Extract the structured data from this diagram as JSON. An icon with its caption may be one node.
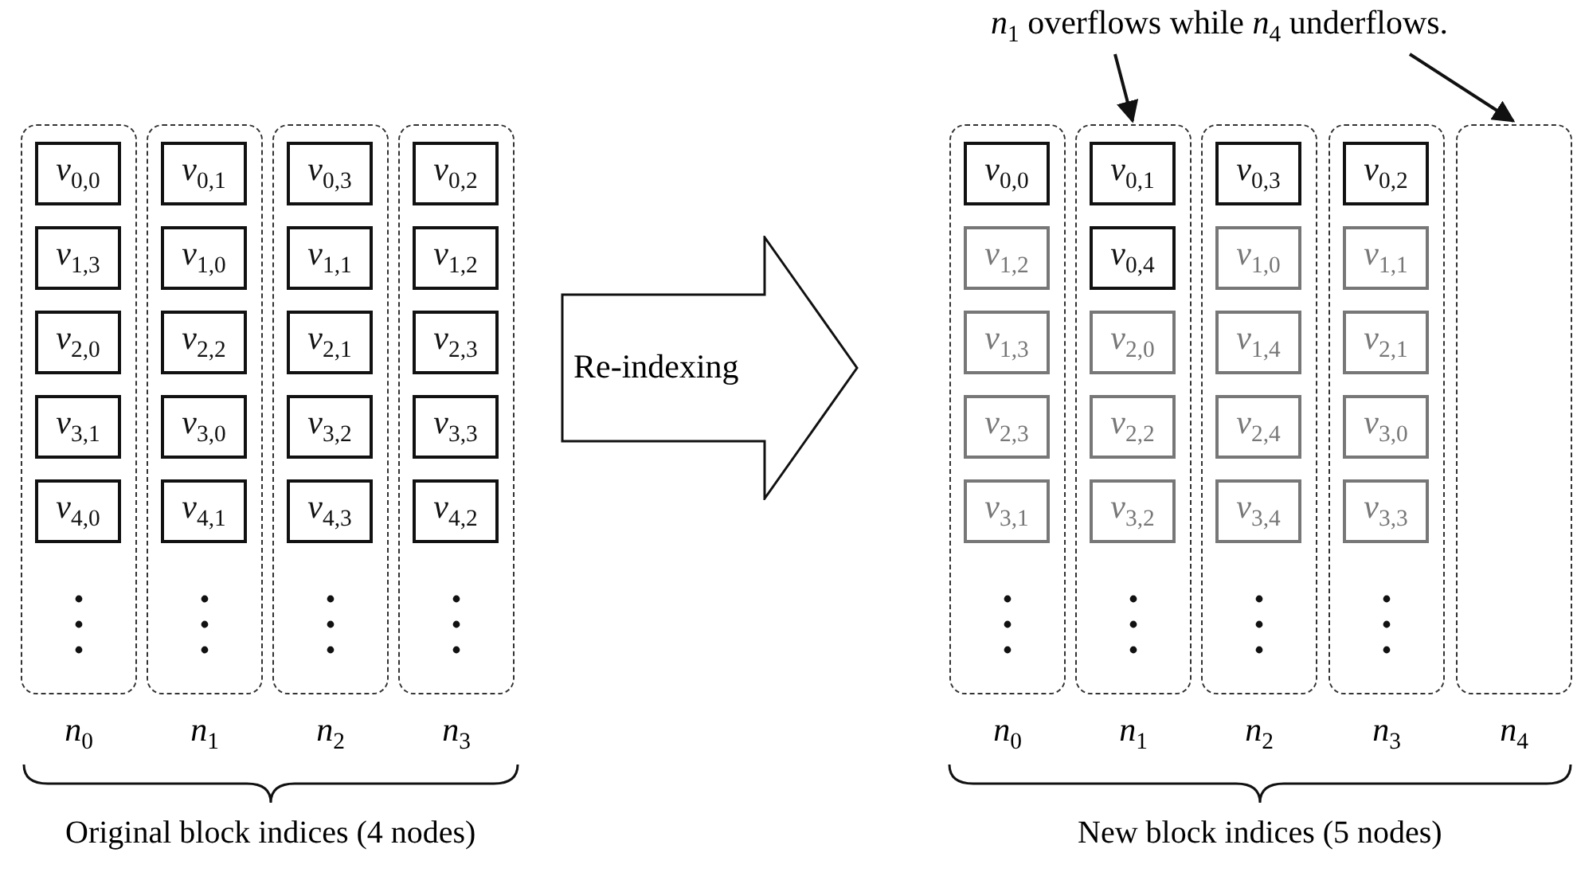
{
  "diagram": {
    "nodes": [
      {
        "text": [
          "*n*$_{0}$"
        ]
      },
      {
        "text": [
          "*v*$_{0,0}$"
        ],
        "in": 0
      },
      {
        "text": [
          "*v*$_{1,3}$"
        ],
        "in": 0
      },
      {
        "text": [
          "*v*$_{2,0}$"
        ],
        "in": 0
      },
      {
        "text": [
          "*v*$_{3,1}$"
        ],
        "in": 0
      },
      {
        "text": [
          "*v*$_{4,0}$"
        ],
        "in": 0
      },
      {
        "text": [
          "*n*$_{1}$"
        ]
      },
      {
        "text": [
          "*v*$_{0,1}$"
        ],
        "in": 6
      },
      {
        "text": [
          "*v*$_{1,0}$"
        ],
        "in": 6
      },
      {
        "text": [
          "*v*$_{2,2}$"
        ],
        "in": 6
      },
      {
        "text": [
          "*v*$_{3,0}$"
        ],
        "in": 6
      },
      {
        "text": [
          "*v*$_{4,1}$"
        ],
        "in": 6
      },
      {
        "text": [
          "*n*$_{2}$"
        ]
      },
      {
        "text": [
          "*v*$_{0,3}$"
        ],
        "in": 12
      },
      {
        "text": [
          "*v*$_{1,1}$"
        ],
        "in": 12
      },
      {
        "text": [
          "*v*$_{2,1}$"
        ],
        "in": 12
      },
      {
        "text": [
          "*v*$_{3,2}$"
        ],
        "in": 12
      },
      {
        "text": [
          "*v*$_{4,3}$"
        ],
        "in": 12
      },
      {
        "text": [
          "*n*$_{3}$"
        ]
      },
      {
        "text": [
          "*v*$_{0,2}$"
        ],
        "in": 18
      },
      {
        "text": [
          "*v*$_{1,2}$"
        ],
        "in": 18
      },
      {
        "text": [
          "*v*$_{2,3}$"
        ],
        "in": 18
      },
      {
        "text": [
          "*v*$_{3,3}$"
        ],
        "in": 18
      },
      {
        "text": [
          "*v*$_{4,2}$"
        ],
        "in": 18
      },
      {
        "text": [
          "Re-indexing"
        ]
      },
      {
        "text": [
          "*n*$_{1}$ overflows while *n*$_{4}$ underflows."
        ]
      },
      {
        "text": [
          "*n*$_{0}$"
        ]
      },
      {
        "text": [
          "*v*$_{0,0}$"
        ],
        "in": 26
      },
      {
        "text": [
          "*v*$_{1,2}$"
        ],
        "in": 26
      },
      {
        "text": [
          "*v*$_{1,3}$"
        ],
        "in": 26
      },
      {
        "text": [
          "*v*$_{2,3}$"
        ],
        "in": 26
      },
      {
        "text": [
          "*v*$_{3,1}$"
        ],
        "in": 26
      },
      {
        "text": [
          "*n*$_{1}$"
        ]
      },
      {
        "text": [
          "*v*$_{0,1}$"
        ],
        "in": 32
      },
      {
        "text": [
          "*v*$_{0,4}$"
        ],
        "in": 32
      },
      {
        "text": [
          "*v*$_{2,0}$"
        ],
        "in": 32
      },
      {
        "text": [
          "*v*$_{2,2}$"
        ],
        "in": 32
      },
      {
        "text": [
          "*v*$_{3,2}$"
        ],
        "in": 32
      },
      {
        "text": [
          "*n*$_{2}$"
        ]
      },
      {
        "text": [
          "*v*$_{0,3}$"
        ],
        "in": 38
      },
      {
        "text": [
          "*v*$_{1,0}$"
        ],
        "in": 38
      },
      {
        "text": [
          "*v*$_{1,4}$"
        ],
        "in": 38
      },
      {
        "text": [
          "*v*$_{2,4}$"
        ],
        "in": 38
      },
      {
        "text": [
          "*v*$_{3,4}$"
        ],
        "in": 38
      },
      {
        "text": [
          "*n*$_{3}$"
        ]
      },
      {
        "text": [
          "*v*$_{0,2}$"
        ],
        "in": 44
      },
      {
        "text": [
          "*v*$_{1,1}$"
        ],
        "in": 44
      },
      {
        "text": [
          "*v*$_{2,1}$"
        ],
        "in": 44
      },
      {
        "text": [
          "*v*$_{3,0}$"
        ],
        "in": 44
      },
      {
        "text": [
          "*v*$_{3,3}$"
        ],
        "in": 44
      },
      {
        "text": [
          "*n*$_{4}$"
        ]
      }
    ],
    "edges": [
      {
        "from": 25,
        "to": 32,
        "arrow": "to"
      },
      {
        "from": 25,
        "to": 50,
        "arrow": "to"
      }
    ],
    "labels": [
      "Original block indices (4 nodes)",
      "New block indices (5 nodes)"
    ]
  }
}
